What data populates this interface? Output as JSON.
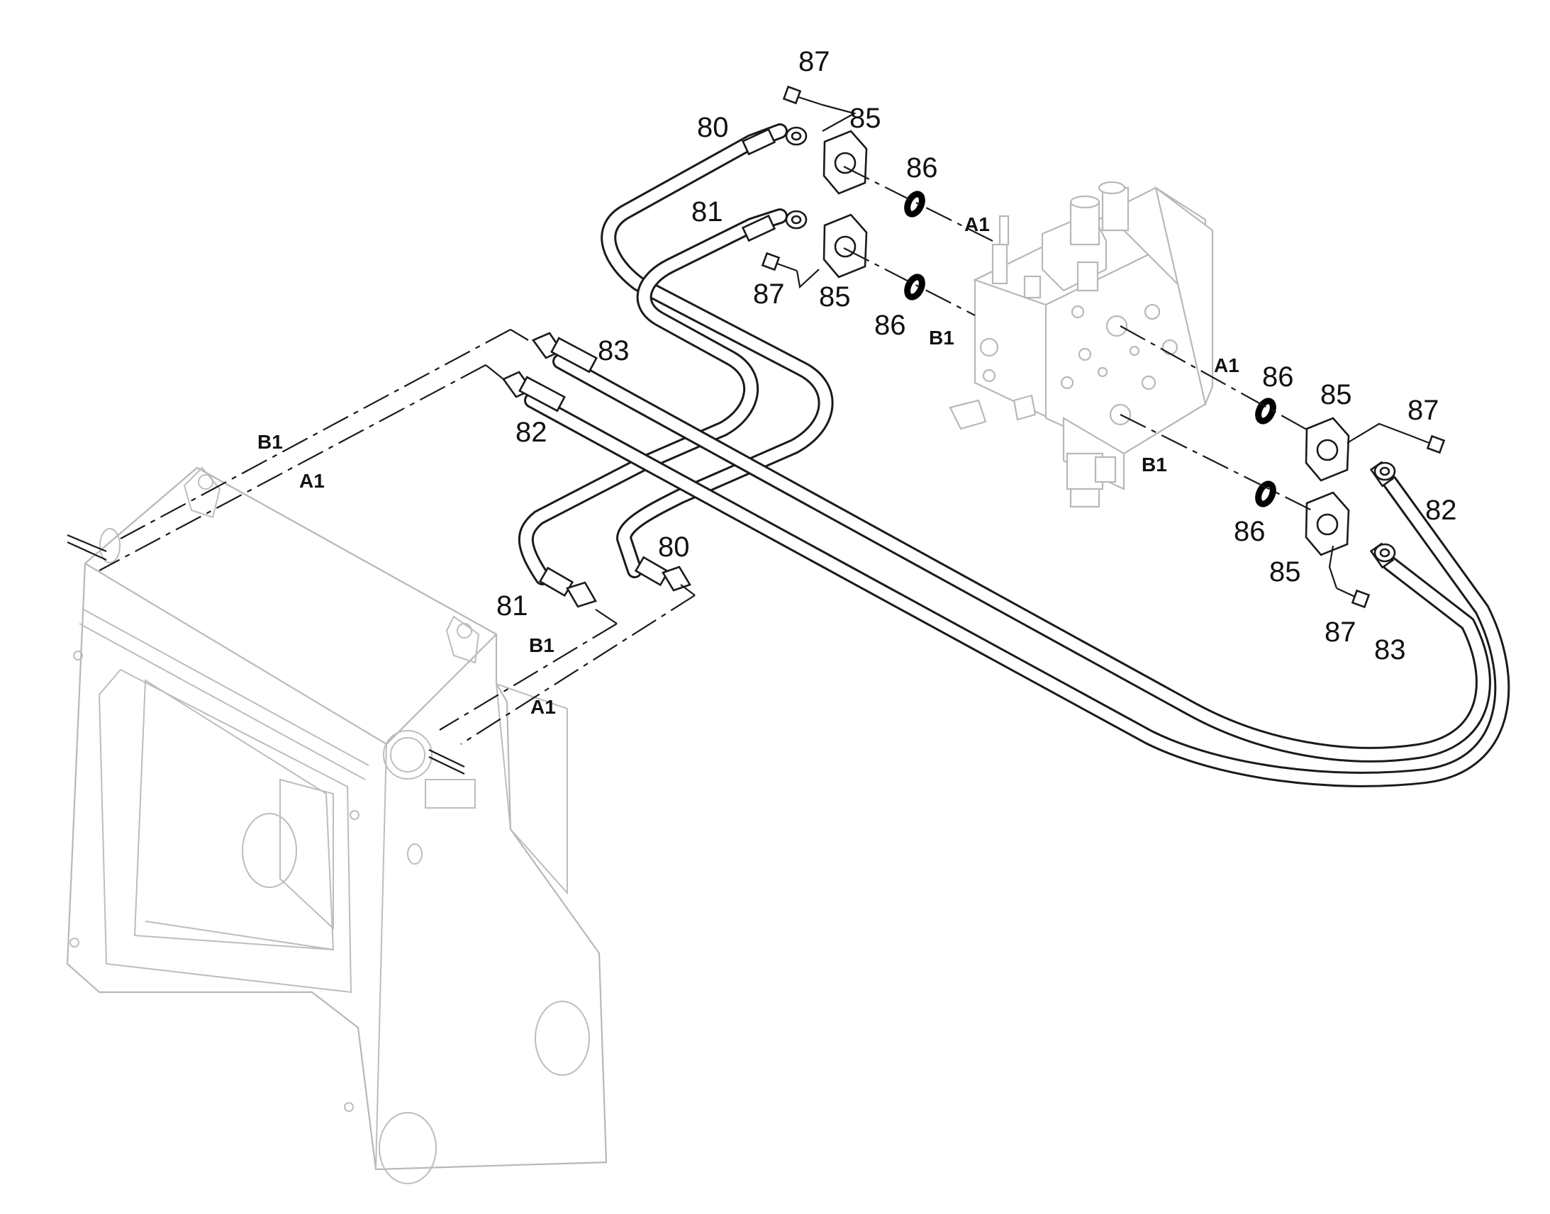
{
  "callouts": {
    "c80_top": "80",
    "c81_top": "81",
    "c87_top": "87",
    "c85_top": "85",
    "c86_top": "86",
    "c87_mid": "87",
    "c85_mid": "85",
    "c86_mid": "86",
    "c83_left": "83",
    "c82_left": "82",
    "c86_r1": "86",
    "c85_r1": "85",
    "c87_r1": "87",
    "c82_right": "82",
    "c86_r2": "86",
    "c85_r2": "85",
    "c87_r2": "87",
    "c83_right": "83",
    "c80_low": "80",
    "c81_low": "81"
  },
  "ports": {
    "a1_valve_top": "A1",
    "b1_valve_left": "B1",
    "a1_valve_right": "A1",
    "b1_valve_right": "B1",
    "b1_frame_top": "B1",
    "a1_frame_top": "A1",
    "b1_frame_low": "B1",
    "a1_frame_low": "A1"
  }
}
